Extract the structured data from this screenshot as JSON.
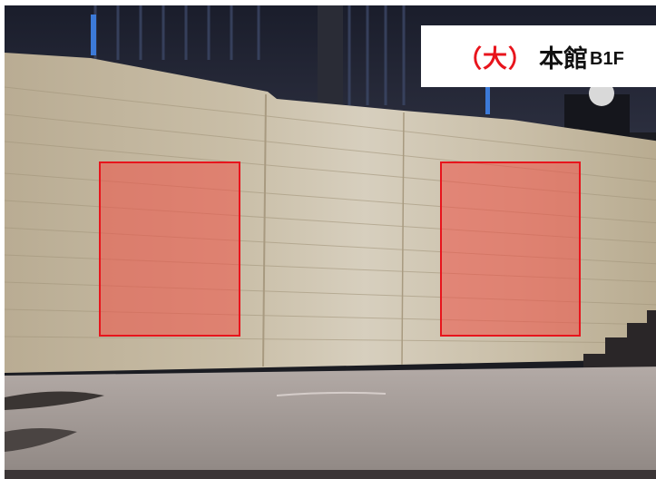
{
  "location_label": {
    "size_marker": "（大）",
    "building": "本館",
    "floor": "B1F"
  },
  "accent_color": "#e8141c",
  "highlighted_areas": [
    {
      "id": "left-wall-panel",
      "fill": "#f05046"
    },
    {
      "id": "right-wall-panel",
      "fill": "#f05046"
    }
  ]
}
